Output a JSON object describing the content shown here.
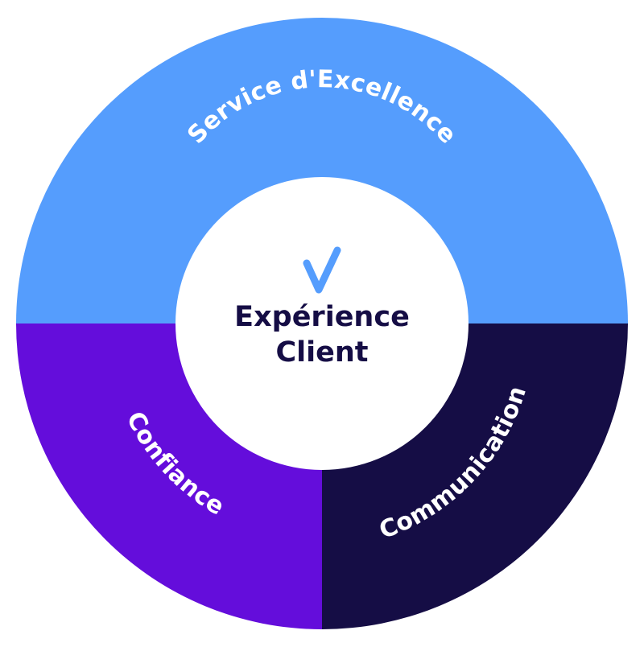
{
  "center": {
    "icon": "checkmark-icon",
    "line1": "Expérience",
    "line2": "Client"
  },
  "segments": [
    {
      "id": "service",
      "label": "Service d'Excellence",
      "color": "#559dfd"
    },
    {
      "id": "confiance",
      "label": "Confiance",
      "color": "#640ddb"
    },
    {
      "id": "communication",
      "label": "Communication",
      "color": "#150d45"
    }
  ],
  "colors": {
    "center_fill": "#ffffff",
    "center_text": "#150d45",
    "check": "#559dfd",
    "label_text": "#ffffff"
  }
}
